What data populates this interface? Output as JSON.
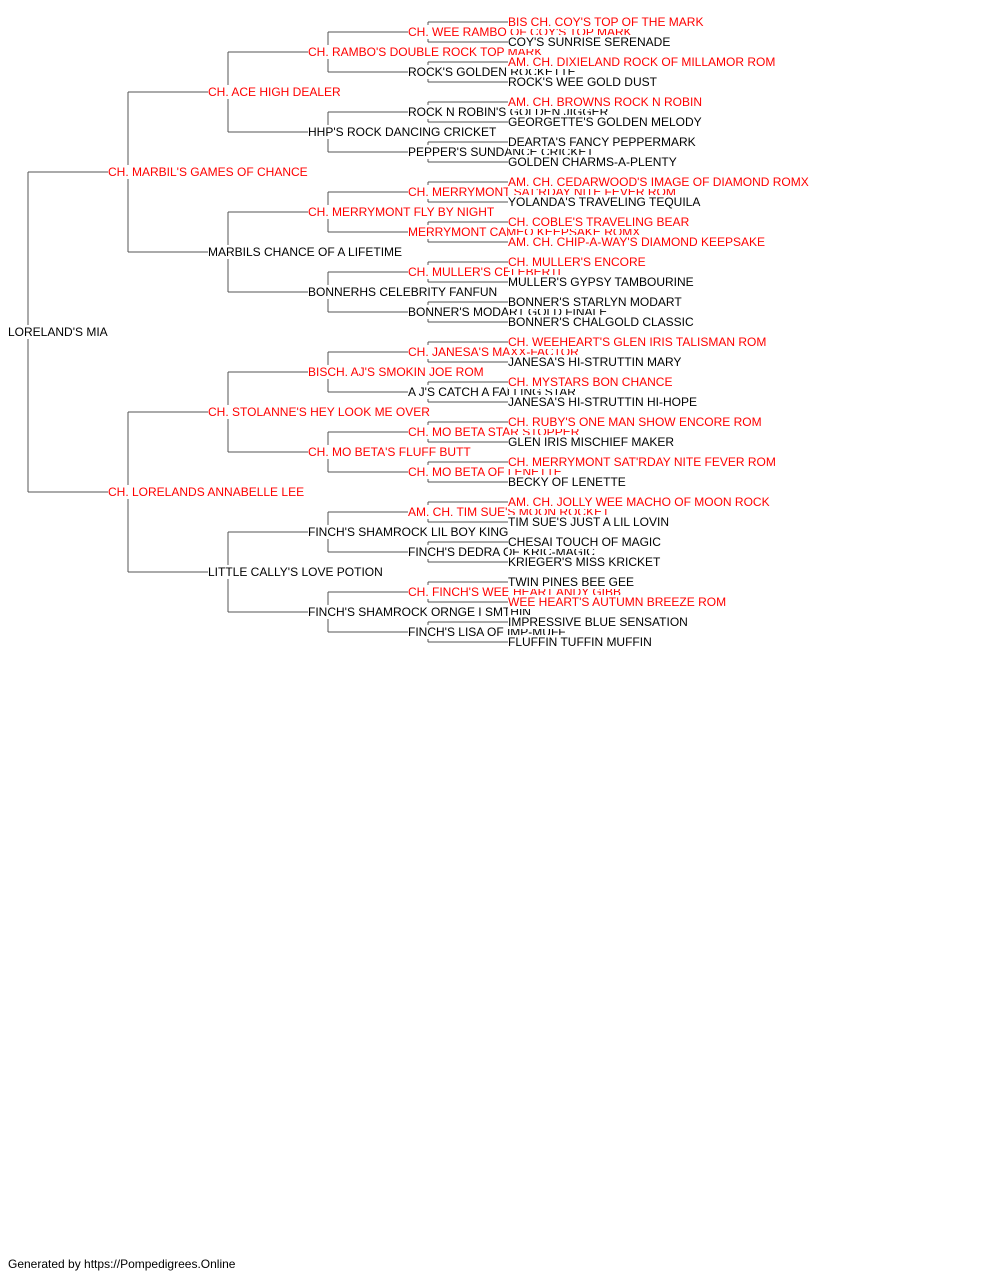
{
  "colors": {
    "champion": "#ff0000",
    "regular": "#000000",
    "line": "#555555"
  },
  "root": {
    "name": "LORELAND'S MIA",
    "champion": false,
    "parents": [
      {
        "name": "CH. MARBIL'S GAMES OF CHANCE",
        "champion": true,
        "parents": [
          {
            "name": "CH. ACE HIGH DEALER",
            "champion": true,
            "parents": [
              {
                "name": "CH. RAMBO'S DOUBLE ROCK TOP MARK",
                "champion": true,
                "parents": [
                  {
                    "name": "CH. WEE RAMBO OF COY'S TOP MARK",
                    "champion": true,
                    "parents": [
                      {
                        "name": "BIS CH. COY'S TOP OF THE MARK",
                        "champion": true
                      },
                      {
                        "name": "COY'S SUNRISE SERENADE",
                        "champion": false
                      }
                    ]
                  },
                  {
                    "name": "ROCK'S GOLDEN ROCKETTE",
                    "champion": false,
                    "parents": [
                      {
                        "name": "AM. CH. DIXIELAND ROCK OF MILLAMOR ROM",
                        "champion": true
                      },
                      {
                        "name": "ROCK'S WEE GOLD DUST",
                        "champion": false
                      }
                    ]
                  }
                ]
              },
              {
                "name": "HHP'S ROCK DANCING CRICKET",
                "champion": false,
                "parents": [
                  {
                    "name": "ROCK N ROBIN'S GOLDEN JIGGER",
                    "champion": false,
                    "parents": [
                      {
                        "name": "AM. CH. BROWNS ROCK N ROBIN",
                        "champion": true
                      },
                      {
                        "name": "GEORGETTE'S GOLDEN MELODY",
                        "champion": false
                      }
                    ]
                  },
                  {
                    "name": "PEPPER'S SUNDANCE CRICKET",
                    "champion": false,
                    "parents": [
                      {
                        "name": "DEARTA'S FANCY PEPPERMARK",
                        "champion": false
                      },
                      {
                        "name": "GOLDEN CHARMS-A-PLENTY",
                        "champion": false
                      }
                    ]
                  }
                ]
              }
            ]
          },
          {
            "name": "MARBILS CHANCE OF A LIFETIME",
            "champion": false,
            "parents": [
              {
                "name": "CH. MERRYMONT FLY BY NIGHT",
                "champion": true,
                "parents": [
                  {
                    "name": "CH. MERRYMONT SAT'RDAY NITE FEVER ROM",
                    "champion": true,
                    "parents": [
                      {
                        "name": "AM. CH. CEDARWOOD'S IMAGE OF DIAMOND ROMX",
                        "champion": true
                      },
                      {
                        "name": "YOLANDA'S TRAVELING TEQUILA",
                        "champion": false
                      }
                    ]
                  },
                  {
                    "name": "MERRYMONT CAMEO KEEPSAKE ROMX",
                    "champion": true,
                    "parents": [
                      {
                        "name": "CH. COBLE'S TRAVELING BEAR",
                        "champion": true
                      },
                      {
                        "name": "AM. CH. CHIP-A-WAY'S DIAMOND KEEPSAKE",
                        "champion": true
                      }
                    ]
                  }
                ]
              },
              {
                "name": "BONNERHS CELEBRITY FANFUN",
                "champion": false,
                "parents": [
                  {
                    "name": "CH. MULLER'S CELEBERTI",
                    "champion": true,
                    "parents": [
                      {
                        "name": "CH. MULLER'S ENCORE",
                        "champion": true
                      },
                      {
                        "name": "MULLER'S GYPSY TAMBOURINE",
                        "champion": false
                      }
                    ]
                  },
                  {
                    "name": "BONNER'S MODART GOLD FINALE",
                    "champion": false,
                    "parents": [
                      {
                        "name": "BONNER'S STARLYN MODART",
                        "champion": false
                      },
                      {
                        "name": "BONNER'S CHALGOLD CLASSIC",
                        "champion": false
                      }
                    ]
                  }
                ]
              }
            ]
          }
        ]
      },
      {
        "name": "CH. LORELANDS ANNABELLE LEE",
        "champion": true,
        "parents": [
          {
            "name": "CH. STOLANNE'S HEY LOOK ME OVER",
            "champion": true,
            "parents": [
              {
                "name": "BISCH. AJ'S SMOKIN JOE ROM",
                "champion": true,
                "parents": [
                  {
                    "name": "CH. JANESA'S MAXX-FACTOR",
                    "champion": true,
                    "parents": [
                      {
                        "name": "CH. WEEHEART'S GLEN IRIS TALISMAN ROM",
                        "champion": true
                      },
                      {
                        "name": "JANESA'S HI-STRUTTIN MARY",
                        "champion": false
                      }
                    ]
                  },
                  {
                    "name": "A J'S CATCH A FALLING STAR",
                    "champion": false,
                    "parents": [
                      {
                        "name": "CH. MYSTARS BON CHANCE",
                        "champion": true
                      },
                      {
                        "name": "JANESA'S HI-STRUTTIN HI-HOPE",
                        "champion": false
                      }
                    ]
                  }
                ]
              },
              {
                "name": "CH. MO BETA'S FLUFF BUTT",
                "champion": true,
                "parents": [
                  {
                    "name": "CH. MO BETA STAR STOPPER",
                    "champion": true,
                    "parents": [
                      {
                        "name": "CH. RUBY'S ONE MAN SHOW ENCORE ROM",
                        "champion": true
                      },
                      {
                        "name": "GLEN IRIS MISCHIEF MAKER",
                        "champion": false
                      }
                    ]
                  },
                  {
                    "name": "CH. MO BETA OF LENETTE",
                    "champion": true,
                    "parents": [
                      {
                        "name": "CH. MERRYMONT SAT'RDAY NITE FEVER ROM",
                        "champion": true
                      },
                      {
                        "name": "BECKY OF LENETTE",
                        "champion": false
                      }
                    ]
                  }
                ]
              }
            ]
          },
          {
            "name": "LITTLE CALLY'S LOVE POTION",
            "champion": false,
            "parents": [
              {
                "name": "FINCH'S SHAMROCK LIL BOY KING",
                "champion": false,
                "parents": [
                  {
                    "name": "AM. CH. TIM SUE'S MOON ROCKET",
                    "champion": true,
                    "parents": [
                      {
                        "name": "AM. CH. JOLLY WEE MACHO OF MOON ROCK",
                        "champion": true
                      },
                      {
                        "name": "TIM SUE'S JUST A LIL LOVIN",
                        "champion": false
                      }
                    ]
                  },
                  {
                    "name": "FINCH'S DEDRA OF KRIC-MAGIC",
                    "champion": false,
                    "parents": [
                      {
                        "name": "CHESAI TOUCH OF MAGIC",
                        "champion": false
                      },
                      {
                        "name": "KRIEGER'S MISS KRICKET",
                        "champion": false
                      }
                    ]
                  }
                ]
              },
              {
                "name": "FINCH'S SHAMROCK ORNGE I SMTHIN",
                "champion": false,
                "parents": [
                  {
                    "name": "CH. FINCH'S WEE HEART ANDY GIBB",
                    "champion": true,
                    "parents": [
                      {
                        "name": "TWIN PINES BEE GEE",
                        "champion": false
                      },
                      {
                        "name": "WEE HEART'S AUTUMN BREEZE ROM",
                        "champion": true
                      }
                    ]
                  },
                  {
                    "name": "FINCH'S LISA OF IMP-MUFF",
                    "champion": false,
                    "parents": [
                      {
                        "name": "IMPRESSIVE BLUE SENSATION",
                        "champion": false
                      },
                      {
                        "name": "FLUFFIN TUFFIN MUFFIN",
                        "champion": false
                      }
                    ]
                  }
                ]
              }
            ]
          }
        ]
      }
    ]
  },
  "footer": {
    "text": "Generated by https://Pompedigrees.Online"
  }
}
